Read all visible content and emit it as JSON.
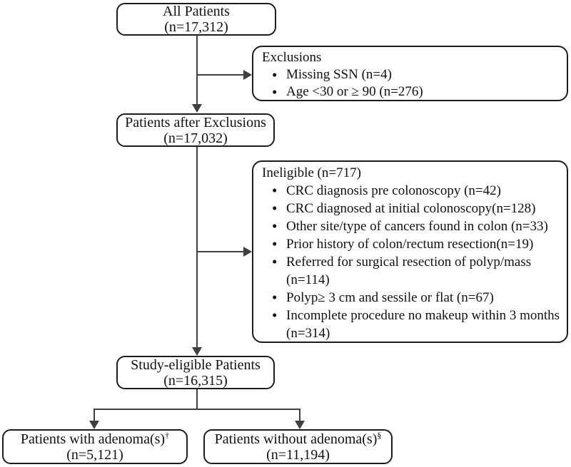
{
  "diagram": {
    "boxes": {
      "all_patients": {
        "line1": "All Patients",
        "line2": "(n=17,312)"
      },
      "after_exclusions": {
        "line1": "Patients after Exclusions",
        "line2": "(n=17,032)"
      },
      "study_eligible": {
        "line1": "Study-eligible Patients",
        "line2": "(n=16,315)"
      },
      "with_adenoma": {
        "line1": "Patients with adenoma(s)",
        "sup": "†",
        "line2": "(n=5,121)"
      },
      "without_adenoma": {
        "line1": "Patients without adenoma(s)",
        "sup": "§",
        "line2": "(n=11,194)"
      }
    },
    "exclusions": {
      "title": "Exclusions",
      "items": [
        "Missing SSN (n=4)",
        "Age <30 or ≥ 90 (n=276)"
      ]
    },
    "ineligible": {
      "title": "Ineligible (n=717)",
      "items": [
        "CRC diagnosis pre colonoscopy (n=42)",
        "CRC diagnosed at initial colonoscopy(n=128)",
        "Other site/type of cancers found in colon (n=33)",
        "Prior history of colon/rectum resection(n=19)",
        "Referred for surgical resection of polyp/mass (n=114)",
        "Polyp≥ 3 cm and sessile or flat (n=67)",
        "Incomplete procedure no makeup within 3 months (n=314)"
      ]
    },
    "colors": {
      "line": "#3f3f3f",
      "border": "#1d1d1d",
      "text": "#111111",
      "background": "#ffffff"
    }
  }
}
